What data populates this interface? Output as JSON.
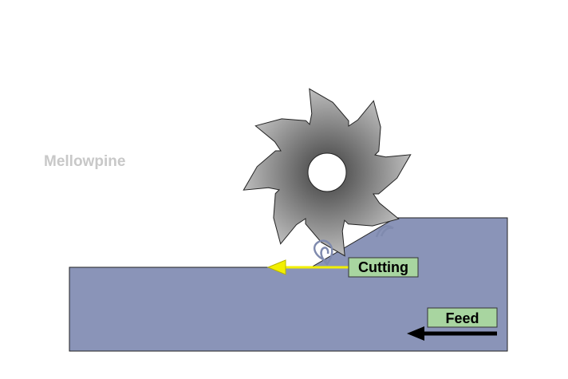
{
  "watermark": {
    "text": "Mellowpine"
  },
  "labels": {
    "cutting": "Cutting",
    "feed": "Feed"
  },
  "colors": {
    "background": "#ffffff",
    "workpiece": "#8a94b8",
    "label_box": "#a8d5a0",
    "cutting_arrow": "#f2ef00",
    "feed_arrow": "#000000",
    "blade_dark": "#3e3e3e",
    "blade_light": "#c8c8c8",
    "chip": "#7f8aae",
    "watermark": "#c8c8c8"
  },
  "icons": {
    "blade": "saw-blade-icon",
    "cutting_arrow": "arrow-left-icon",
    "feed_arrow": "arrow-left-icon"
  }
}
